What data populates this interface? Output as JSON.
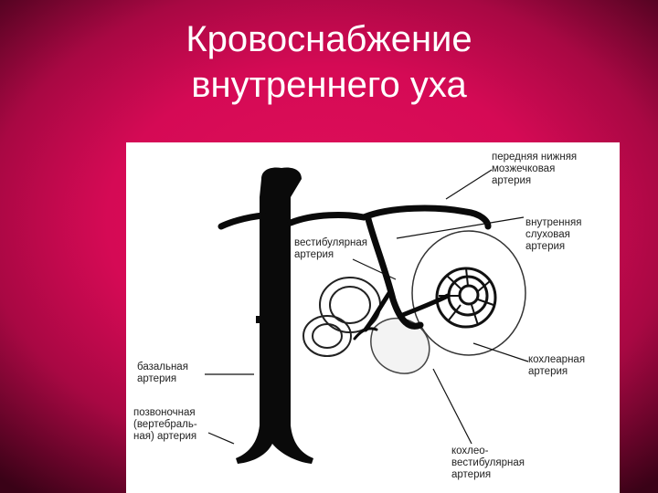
{
  "title": {
    "line1": "Кровоснабжение",
    "line2": "внутреннего уха"
  },
  "labels": {
    "aica": [
      "передняя нижняя",
      "мозжечковая",
      "артерия"
    ],
    "internal_auditory": [
      "внутренняя",
      "слуховая",
      "артерия"
    ],
    "vestibular": [
      "вестибулярная",
      "артерия"
    ],
    "basilar": [
      "базальная",
      "артерия"
    ],
    "vertebral": [
      "позвоночная",
      "(вертебраль-",
      "ная) артерия"
    ],
    "cochlear": [
      "кохлеарная",
      "артерия"
    ],
    "cochleovestibular": [
      "кохлео-",
      "вестибулярная",
      "артерия"
    ]
  },
  "colors": {
    "background": "#d50a55",
    "panel": "#ffffff",
    "vessel": "#0a0a0a"
  }
}
